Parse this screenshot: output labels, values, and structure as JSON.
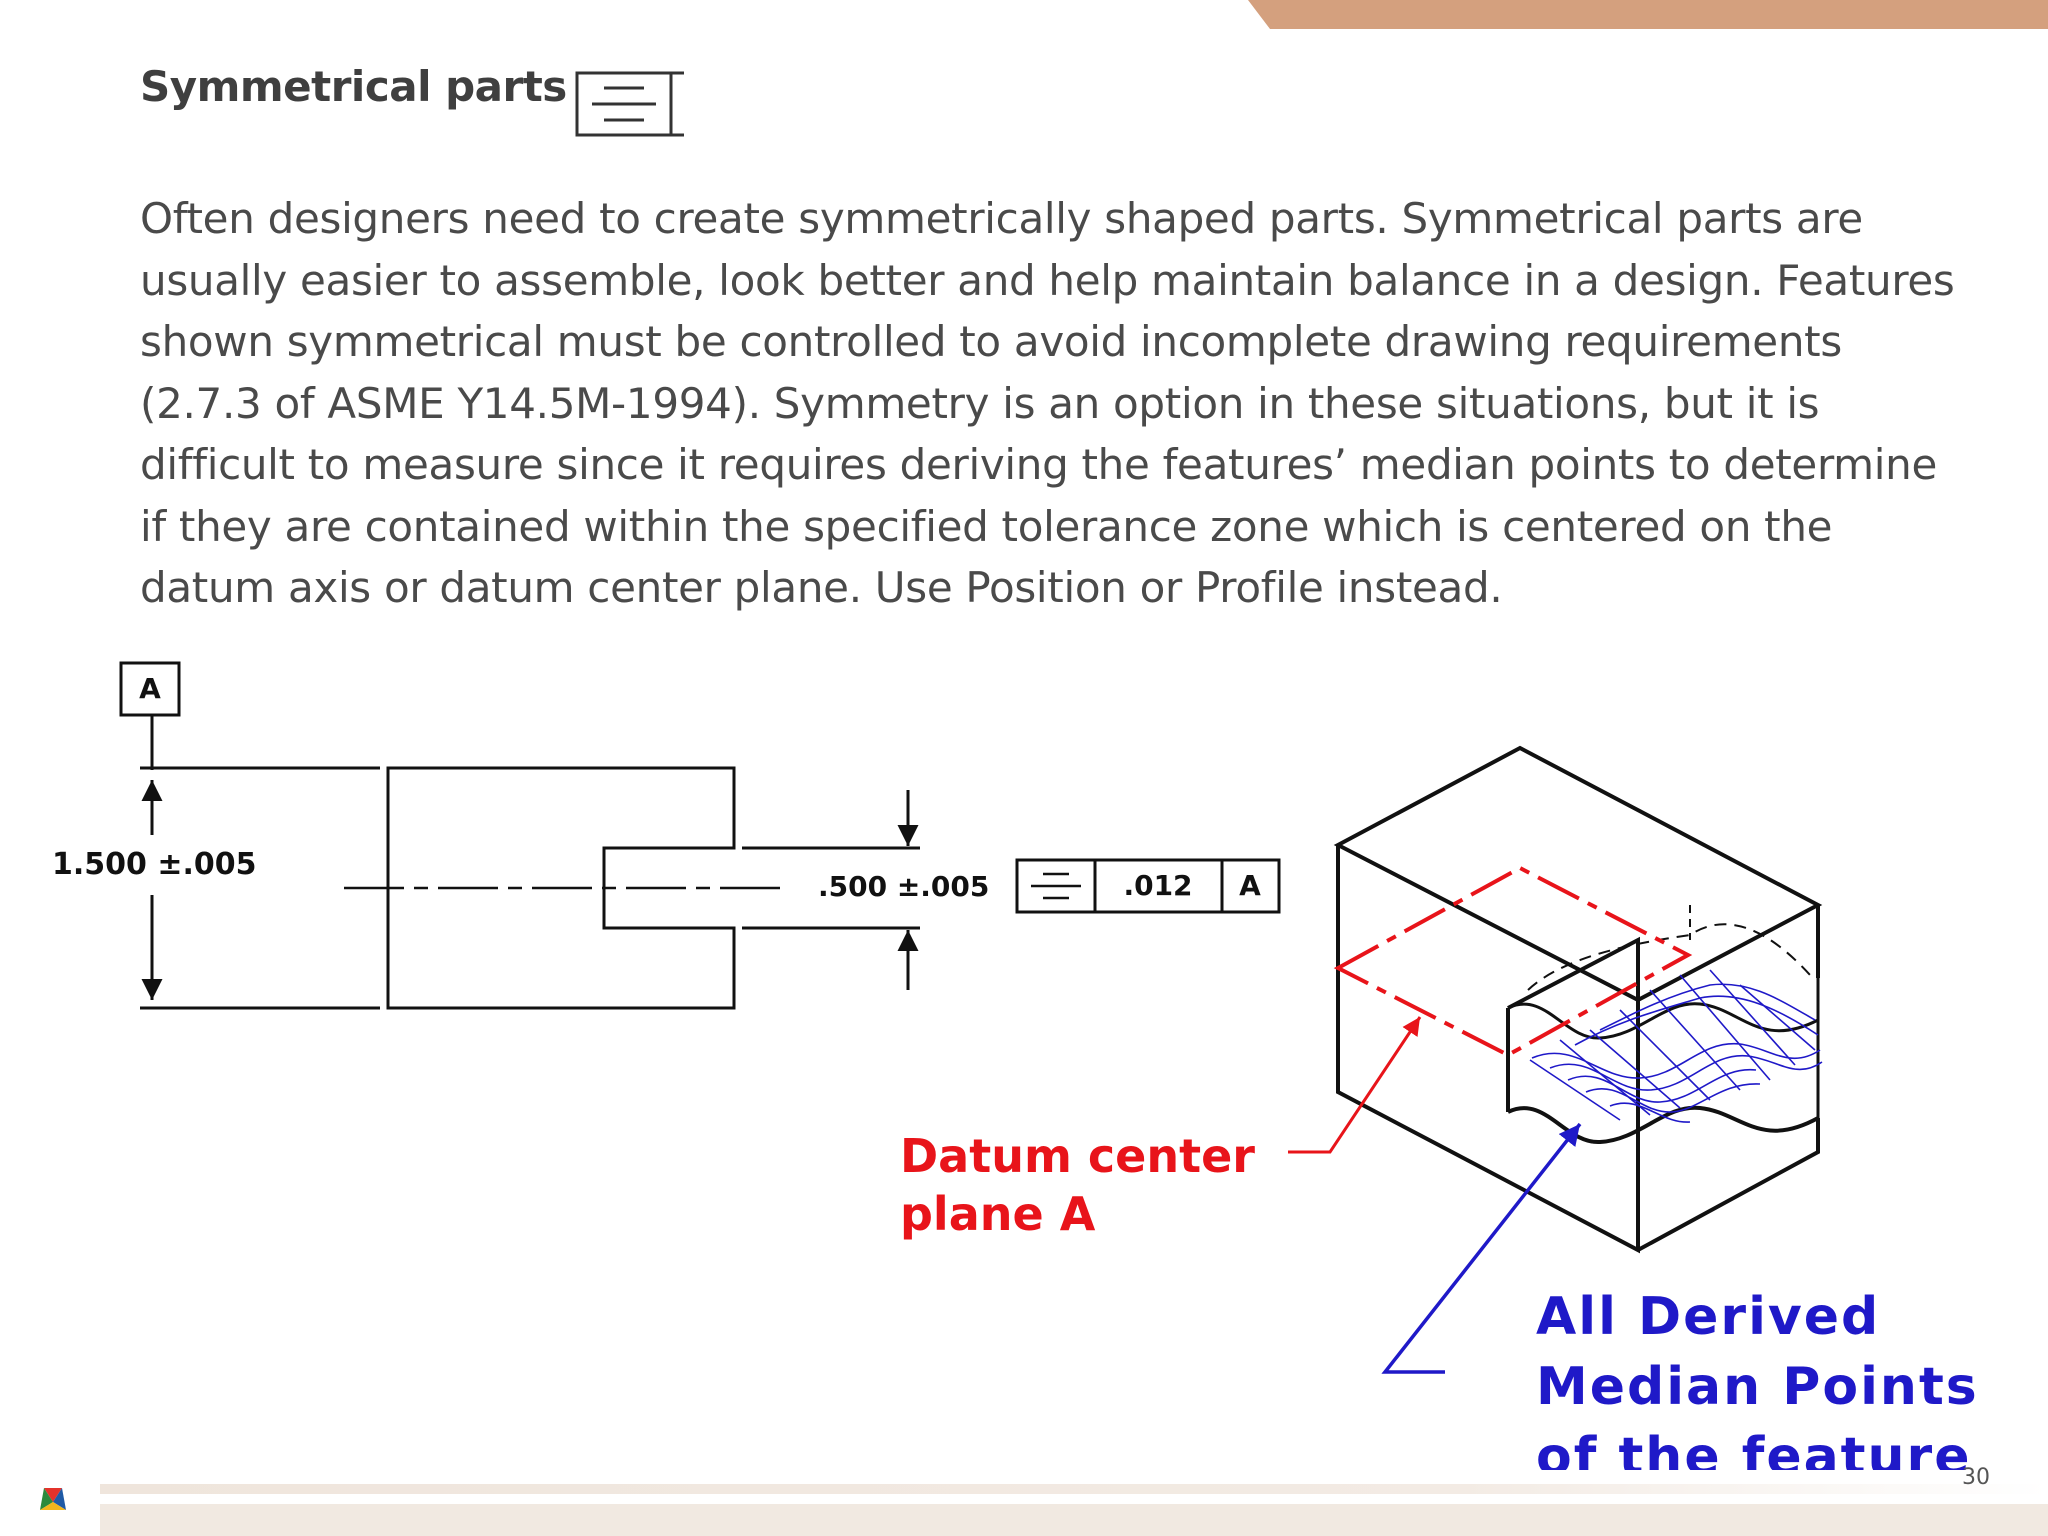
{
  "slide": {
    "title": "Symmetrical parts",
    "title_symbol": "symmetry-symbol-icon",
    "body": "Often designers need to create symmetrically shaped parts. Symmetrical parts are usually easier to assemble, look better and help maintain balance in a design. Features shown symmetrical must be controlled to avoid incomplete drawing requirements (2.7.3 of ASME Y14.5M-1994). Symmetry is an option in these situations, but it is difficult to measure since it requires deriving the features’ median points to determine if they are contained within the specified tolerance zone which is centered on the datum axis or datum center plane. Use Position or Profile instead.",
    "page_number": "30"
  },
  "drawing": {
    "datum_label": "A",
    "outer_dimension": "1.500 ±.005",
    "slot_dimension": ".500 ±.005",
    "feature_control_frame": {
      "symbol": "symmetry-symbol-icon",
      "tolerance": ".012",
      "datum": "A"
    }
  },
  "callouts": {
    "red_line1": "Datum center",
    "red_line2": "plane A",
    "blue_line1": "All Derived",
    "blue_line2": "Median Points",
    "blue_line3": "of the feature"
  },
  "colors": {
    "accent_band": "#d4a07e",
    "datum_red": "#e8141a",
    "median_blue": "#1f19c8",
    "text": "#4a4a4a"
  }
}
